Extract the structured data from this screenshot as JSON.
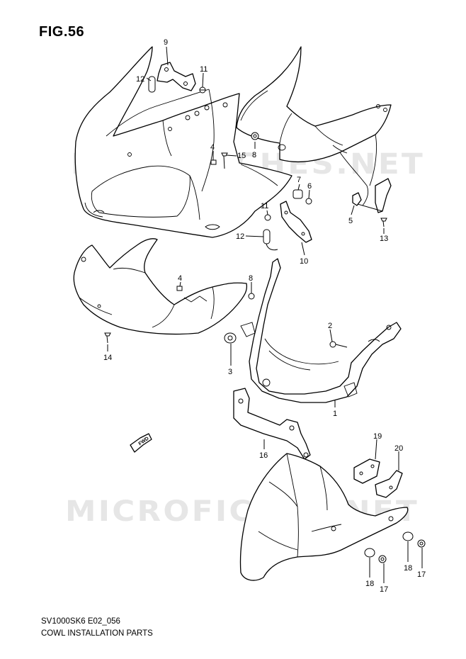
{
  "figure": {
    "title": "FIG.56",
    "code": "SV1000SK6 E02_056",
    "caption": "COWL INSTALLATION PARTS",
    "watermark": "MICROFICHES.NET",
    "direction_marker": "FWD"
  },
  "callouts": [
    {
      "id": "9",
      "label": "9"
    },
    {
      "id": "12a",
      "label": "12"
    },
    {
      "id": "11a",
      "label": "11"
    },
    {
      "id": "4a",
      "label": "4"
    },
    {
      "id": "15",
      "label": "15"
    },
    {
      "id": "8a",
      "label": "8"
    },
    {
      "id": "7",
      "label": "7"
    },
    {
      "id": "6",
      "label": "6"
    },
    {
      "id": "5",
      "label": "5"
    },
    {
      "id": "13",
      "label": "13"
    },
    {
      "id": "11b",
      "label": "11"
    },
    {
      "id": "12b",
      "label": "12"
    },
    {
      "id": "10",
      "label": "10"
    },
    {
      "id": "4b",
      "label": "4"
    },
    {
      "id": "8b",
      "label": "8"
    },
    {
      "id": "14",
      "label": "14"
    },
    {
      "id": "2",
      "label": "2"
    },
    {
      "id": "3",
      "label": "3"
    },
    {
      "id": "1",
      "label": "1"
    },
    {
      "id": "16",
      "label": "16"
    },
    {
      "id": "19",
      "label": "19"
    },
    {
      "id": "20",
      "label": "20"
    },
    {
      "id": "18a",
      "label": "18"
    },
    {
      "id": "17a",
      "label": "17"
    },
    {
      "id": "18b",
      "label": "18"
    },
    {
      "id": "17b",
      "label": "17"
    }
  ]
}
